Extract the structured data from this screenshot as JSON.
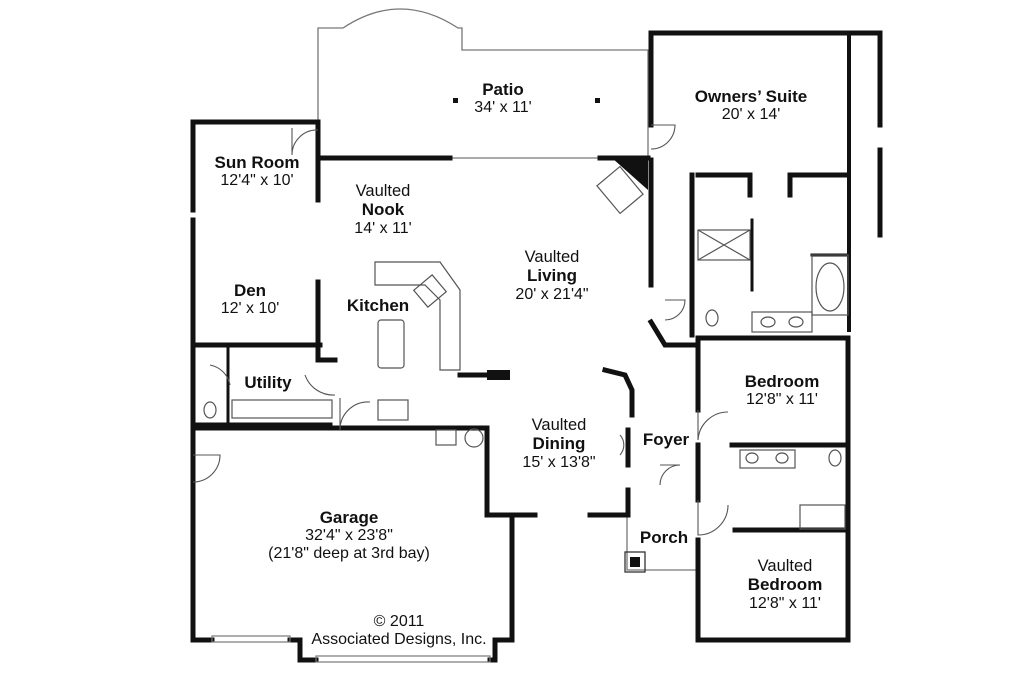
{
  "plan": {
    "copyright_line1": "© 2011",
    "copyright_line2": "Associated Designs, Inc."
  },
  "rooms": {
    "patio": {
      "name": "Patio",
      "dims": "34' x 11'"
    },
    "owners_suite": {
      "name": "Owners’ Suite",
      "dims": "20' x 14'"
    },
    "sun_room": {
      "name": "Sun Room",
      "dims": "12'4\" x 10'"
    },
    "nook": {
      "prefix": "Vaulted",
      "name": "Nook",
      "dims": "14' x 11'"
    },
    "living": {
      "prefix": "Vaulted",
      "name": "Living",
      "dims": "20' x 21'4\""
    },
    "den": {
      "name": "Den",
      "dims": "12' x 10'"
    },
    "kitchen": {
      "name": "Kitchen"
    },
    "utility": {
      "name": "Utility"
    },
    "dining": {
      "prefix": "Vaulted",
      "name": "Dining",
      "dims": "15' x 13'8\""
    },
    "foyer": {
      "name": "Foyer"
    },
    "bedroom2": {
      "name": "Bedroom",
      "dims": "12'8\" x 11'"
    },
    "porch": {
      "name": "Porch"
    },
    "bedroom3": {
      "prefix": "Vaulted",
      "name": "Bedroom",
      "dims": "12'8\" x 11'"
    },
    "garage": {
      "name": "Garage",
      "dims": "32'4\" x 23'8\"",
      "note": "(21'8\" deep at 3rd bay)"
    }
  },
  "colors": {
    "wall": "#111111",
    "line": "#555555",
    "background": "#ffffff"
  }
}
